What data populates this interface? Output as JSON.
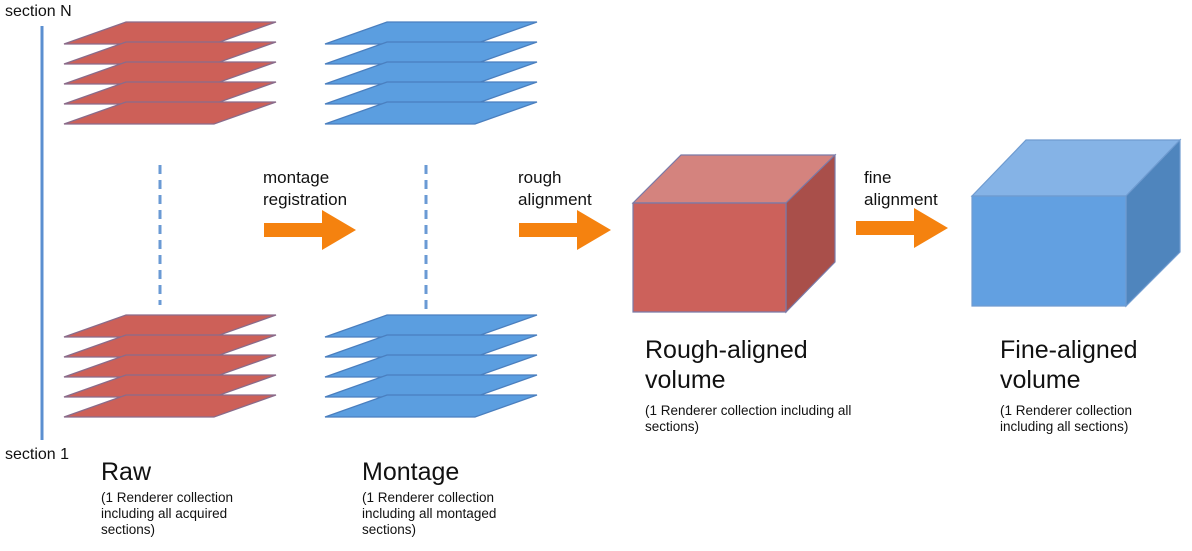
{
  "axis": {
    "top_label": "section N",
    "bottom_label": "section 1"
  },
  "stages": {
    "raw": {
      "title": "Raw",
      "note": "(1 Renderer collection\nincluding all acquired\nsections)",
      "color": "#cd6058",
      "edge": "#8a6b8a"
    },
    "montage": {
      "title": "Montage",
      "note": "(1 Renderer collection\nincluding all montaged\nsections)",
      "color": "#5b9ee0",
      "edge": "#4a7fbf"
    },
    "rough": {
      "title": "Rough-aligned\nvolume",
      "note": "(1 Renderer collection including all\nsections)",
      "front": "#cc615b",
      "top": "#d4837e",
      "side": "#a94f4a"
    },
    "fine": {
      "title": "Fine-aligned\nvolume",
      "note": "(1 Renderer collection\nincluding all sections)",
      "front": "#62a0e1",
      "top": "#85b3e6",
      "side": "#4f85bd"
    }
  },
  "arrows": {
    "color": "#f5820f",
    "montage_registration": "montage\nregistration",
    "rough_alignment": "rough\nalignment",
    "fine_alignment": "fine\nalignment"
  }
}
